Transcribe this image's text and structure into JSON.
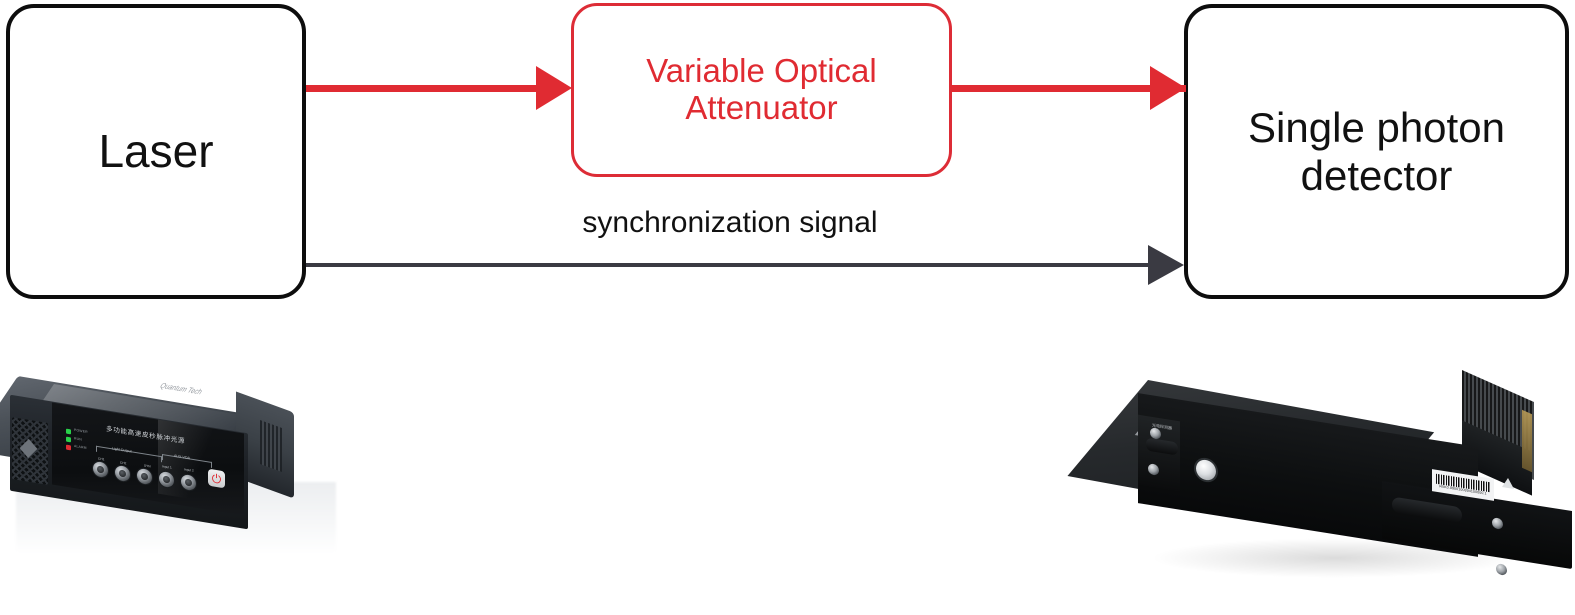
{
  "diagram": {
    "nodes": {
      "laser": {
        "label": "Laser",
        "border_color": "#0d0d0d",
        "text_color": "#111111"
      },
      "voa": {
        "label": "Variable Optical\nAttenuator",
        "border_color": "#dd2c36",
        "text_color": "#e02b32"
      },
      "detector": {
        "label": "Single photon\ndetector",
        "border_color": "#0d0d0d",
        "text_color": "#111111"
      }
    },
    "edges": {
      "optical_1": {
        "name": "optical-path-laser-to-attenuator",
        "color": "#e02b32",
        "label": ""
      },
      "optical_2": {
        "name": "optical-path-attenuator-to-detector",
        "color": "#e02b32",
        "label": ""
      },
      "sync": {
        "name": "synchronization-path",
        "color": "#3a3a42",
        "label": "synchronization signal"
      }
    }
  },
  "photos": {
    "laser_device": {
      "caption": "",
      "brand_text": "Quantum Tech",
      "chinese_panel_text": "多功能高速皮秒脉冲光源",
      "indicators": [
        {
          "label": "POWER",
          "color": "#29d14a"
        },
        {
          "label": "RUN",
          "color": "#29d14a"
        },
        {
          "label": "ALARM",
          "color": "#e02b32"
        }
      ],
      "port_groups": [
        {
          "group_label": "Light Output",
          "ports": [
            "CH1",
            "CH2",
            "SYN"
          ]
        },
        {
          "group_label": "AUX VOA",
          "ports": [
            "Input 1",
            "Input 2"
          ]
        }
      ],
      "power_button_glyph": "⏻"
    },
    "detector_device": {
      "caption": "",
      "barcode_text": "R0K0.9900100394100000.1",
      "front_label": "光电探测器"
    }
  }
}
